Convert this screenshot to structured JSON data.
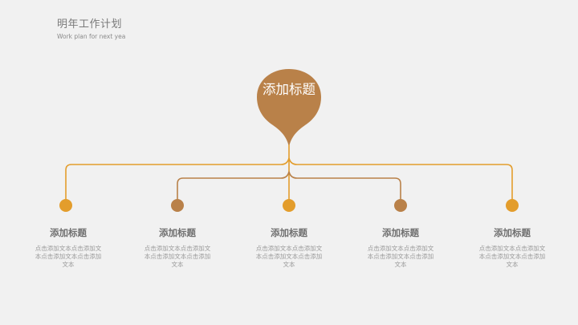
{
  "header": {
    "title": "明年工作计划",
    "subtitle": "Work plan for next yea"
  },
  "colors": {
    "background": "#f1f1f1",
    "gold": "#e39d2c",
    "brown": "#b98149"
  },
  "center": {
    "label": "添加标题"
  },
  "nodes": [
    {
      "title": "添加标题",
      "desc": "点击添加文本点击添加文本点击添加文本点击添加文本",
      "color": "gold"
    },
    {
      "title": "添加标题",
      "desc": "点击添加文本点击添加文本点击添加文本点击添加文本",
      "color": "brown"
    },
    {
      "title": "添加标题",
      "desc": "点击添加文本点击添加文本点击添加文本点击添加文本",
      "color": "gold"
    },
    {
      "title": "添加标题",
      "desc": "点击添加文本点击添加文本点击添加文本点击添加文本",
      "color": "brown"
    },
    {
      "title": "添加标题",
      "desc": "点击添加文本点击添加文本点击添加文本点击添加文本",
      "color": "gold"
    }
  ]
}
